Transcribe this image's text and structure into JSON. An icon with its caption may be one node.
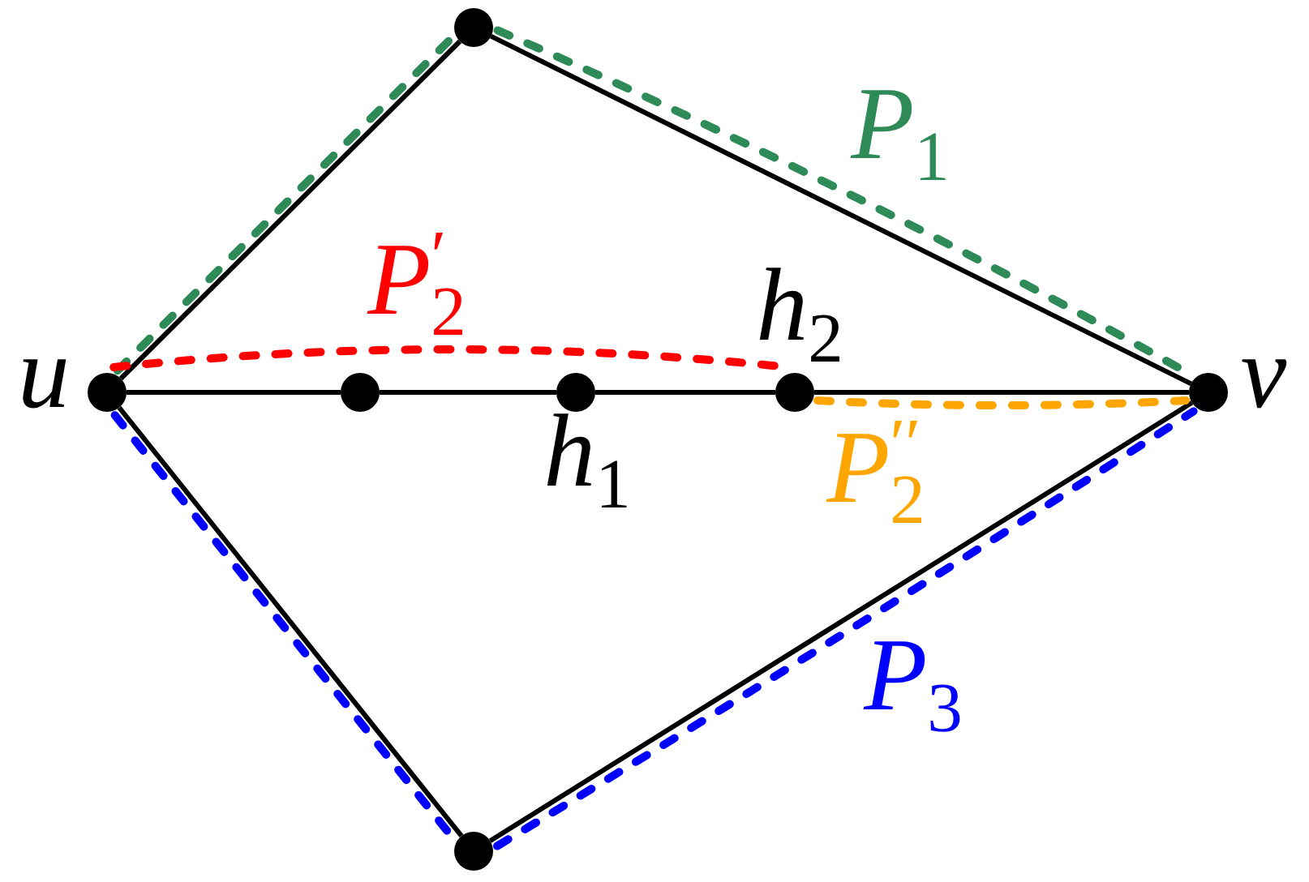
{
  "diagram": {
    "nodes": [
      {
        "text": [],
        "shape": "circle"
      },
      {
        "text": [],
        "shape": "circle",
        "beside": [
          "u"
        ]
      },
      {
        "text": [],
        "shape": "circle"
      },
      {
        "text": [],
        "shape": "circle",
        "beside": [
          "h$_{1}$"
        ]
      },
      {
        "text": [],
        "shape": "circle",
        "beside": [
          "h$_{2}$"
        ]
      },
      {
        "text": [],
        "shape": "circle",
        "beside": [
          "v"
        ]
      },
      {
        "text": [],
        "shape": "circle"
      }
    ],
    "edges": [
      {
        "from": 1,
        "to": 0,
        "arrow": "none"
      },
      {
        "from": 0,
        "to": 5,
        "arrow": "none"
      },
      {
        "from": 1,
        "to": 2,
        "arrow": "none"
      },
      {
        "from": 2,
        "to": 3,
        "arrow": "none"
      },
      {
        "from": 3,
        "to": 4,
        "arrow": "none"
      },
      {
        "from": 4,
        "to": 5,
        "arrow": "none"
      },
      {
        "from": 1,
        "to": 6,
        "arrow": "none"
      },
      {
        "from": 6,
        "to": 5,
        "arrow": "none"
      },
      {
        "from": 1,
        "to": 0,
        "arrow": "none",
        "style": "dashed",
        "color": "#2e8b57"
      },
      {
        "from": 0,
        "to": 5,
        "arrow": "none",
        "style": "dashed",
        "color": "#2e8b57",
        "label": "P$_{1}$"
      },
      {
        "from": 1,
        "to": 4,
        "arrow": "none",
        "style": "dashed",
        "color": "#ff0000",
        "label": "P$^{′}$$_{2}$"
      },
      {
        "from": 4,
        "to": 5,
        "arrow": "none",
        "style": "dashed",
        "color": "#ffa500",
        "label": "P$^{′′}$$_{2}$"
      },
      {
        "from": 1,
        "to": 6,
        "arrow": "none",
        "style": "dashed",
        "color": "#0000ff"
      },
      {
        "from": 6,
        "to": 5,
        "arrow": "none",
        "style": "dashed",
        "color": "#0000ff",
        "label": "P$_{3}$"
      }
    ]
  }
}
